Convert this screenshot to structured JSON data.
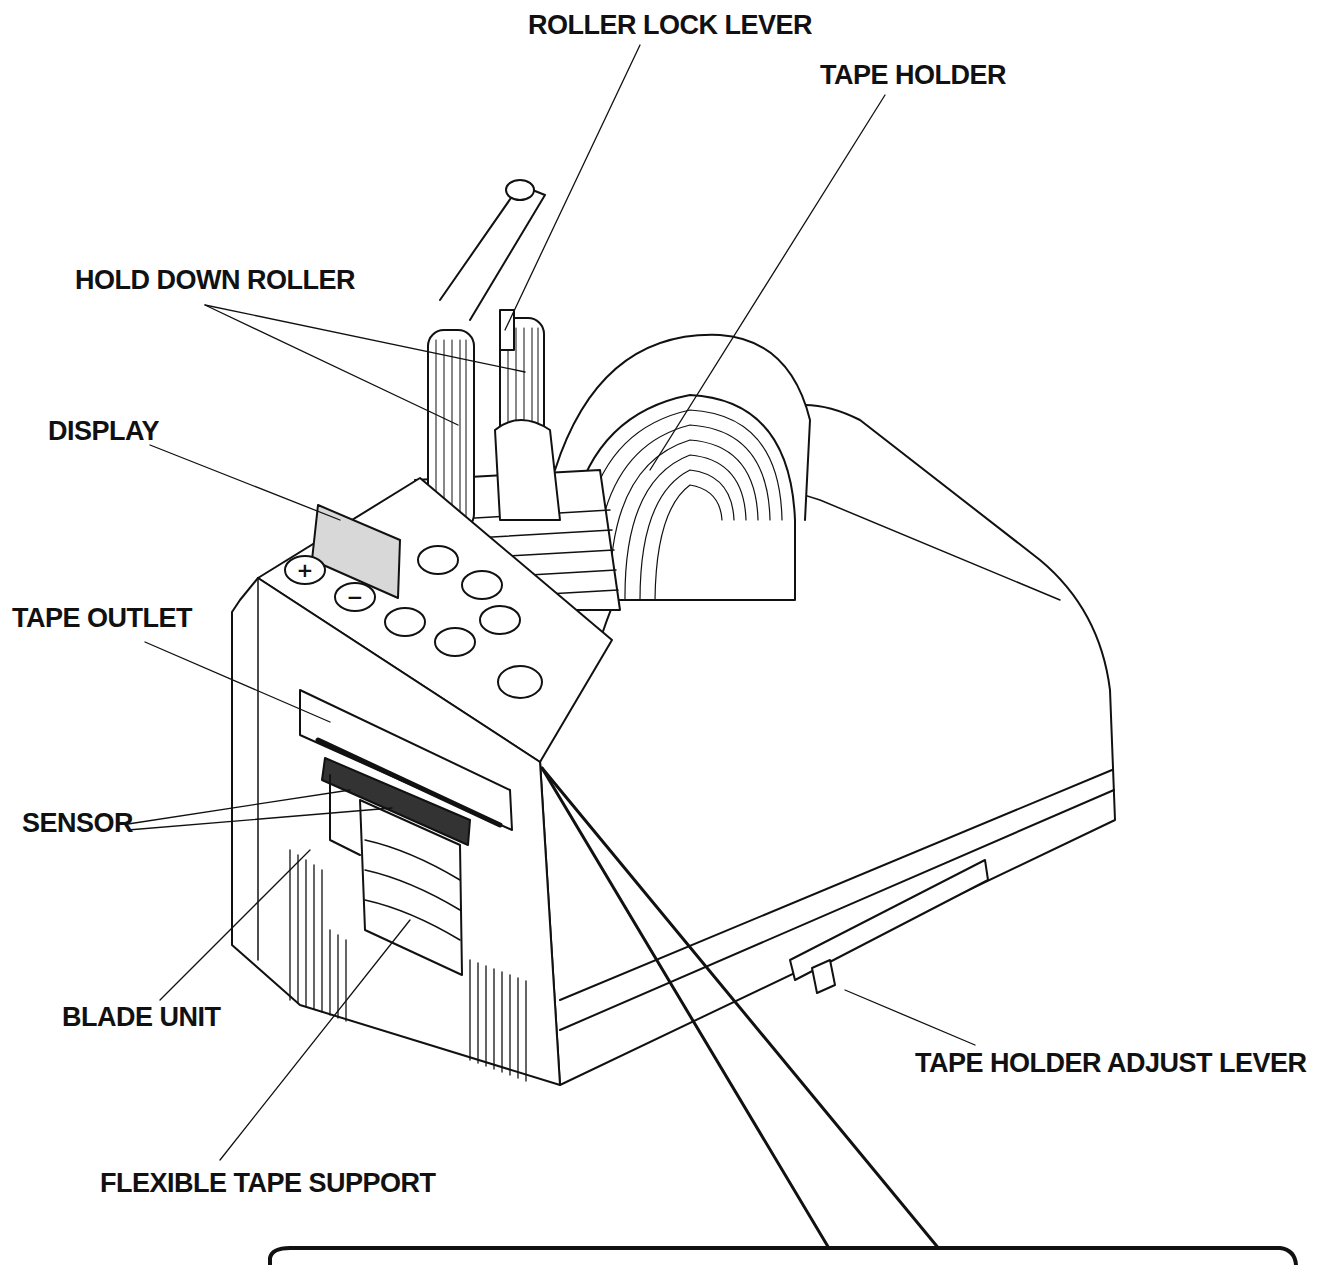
{
  "diagram": {
    "labels": [
      "ROLLER LOCK LEVER",
      "TAPE HOLDER",
      "HOLD DOWN ROLLER",
      "DISPLAY",
      "TAPE OUTLET",
      "SENSOR",
      "BLADE UNIT",
      "FLEXIBLE TAPE SUPPORT",
      "TAPE HOLDER ADJUST LEVER",
      "+",
      "−"
    ]
  }
}
